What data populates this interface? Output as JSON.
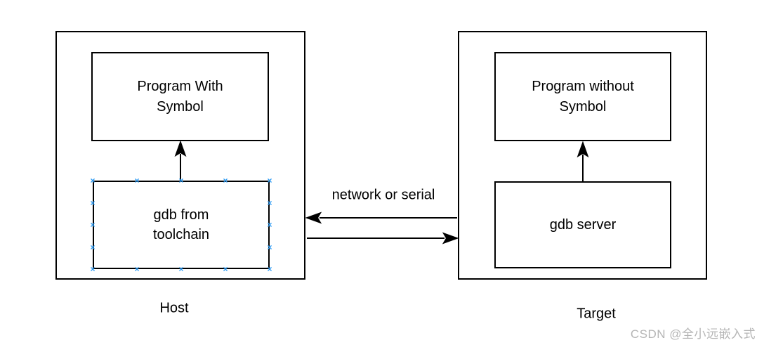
{
  "diagram": {
    "host": {
      "label": "Host",
      "program_label": "Program With\nSymbol",
      "gdb_label": "gdb from\ntoolchain"
    },
    "target": {
      "label": "Target",
      "program_label": "Program without\nSymbol",
      "gdb_label": "gdb server"
    },
    "link": {
      "label": "network or serial"
    },
    "arrows": [
      {
        "name": "host-gdb-to-program",
        "direction": "up"
      },
      {
        "name": "target-gdb-to-program",
        "direction": "up"
      },
      {
        "name": "target-to-host",
        "direction": "left"
      },
      {
        "name": "host-to-target",
        "direction": "right"
      }
    ],
    "colors": {
      "line": "#000000",
      "text": "#000000",
      "background": "#ffffff",
      "handle": "#2b9af3",
      "watermark": "#b5b5b5"
    },
    "handles": {
      "glyph": "×",
      "fractions": [
        0,
        0.25,
        0.5,
        0.75,
        1
      ]
    }
  },
  "watermark": {
    "text": "CSDN @全小远嵌入式"
  }
}
